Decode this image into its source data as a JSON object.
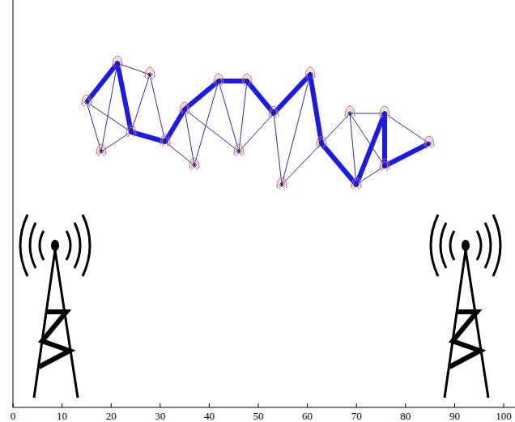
{
  "diagram": {
    "labels": [
      "0",
      "10",
      "20",
      "30",
      "40",
      "50",
      "60",
      "70",
      "80",
      "90",
      "100"
    ]
  }
}
